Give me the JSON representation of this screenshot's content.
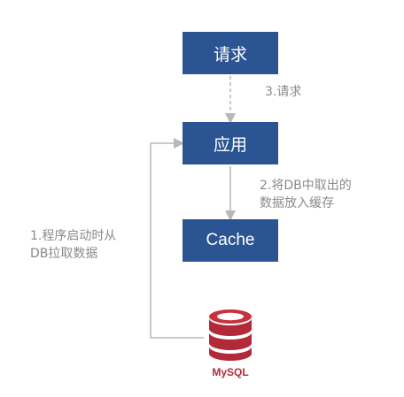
{
  "nodes": {
    "request": "请求",
    "app": "应用",
    "cache": "Cache"
  },
  "labels": {
    "step3": "3.请求",
    "step2_line1": "2.将DB中取出的",
    "step2_line2": "数据放入缓存",
    "step1_line1": "1.程序启动时从",
    "step1_line2": "DB拉取数据"
  },
  "database": {
    "label": "MySQL",
    "icon": "database-icon"
  },
  "colors": {
    "node_fill": "#2b5493",
    "arrow": "#b8b8b8",
    "label_text": "#8a8a8a",
    "db_red": "#b22a3a"
  }
}
